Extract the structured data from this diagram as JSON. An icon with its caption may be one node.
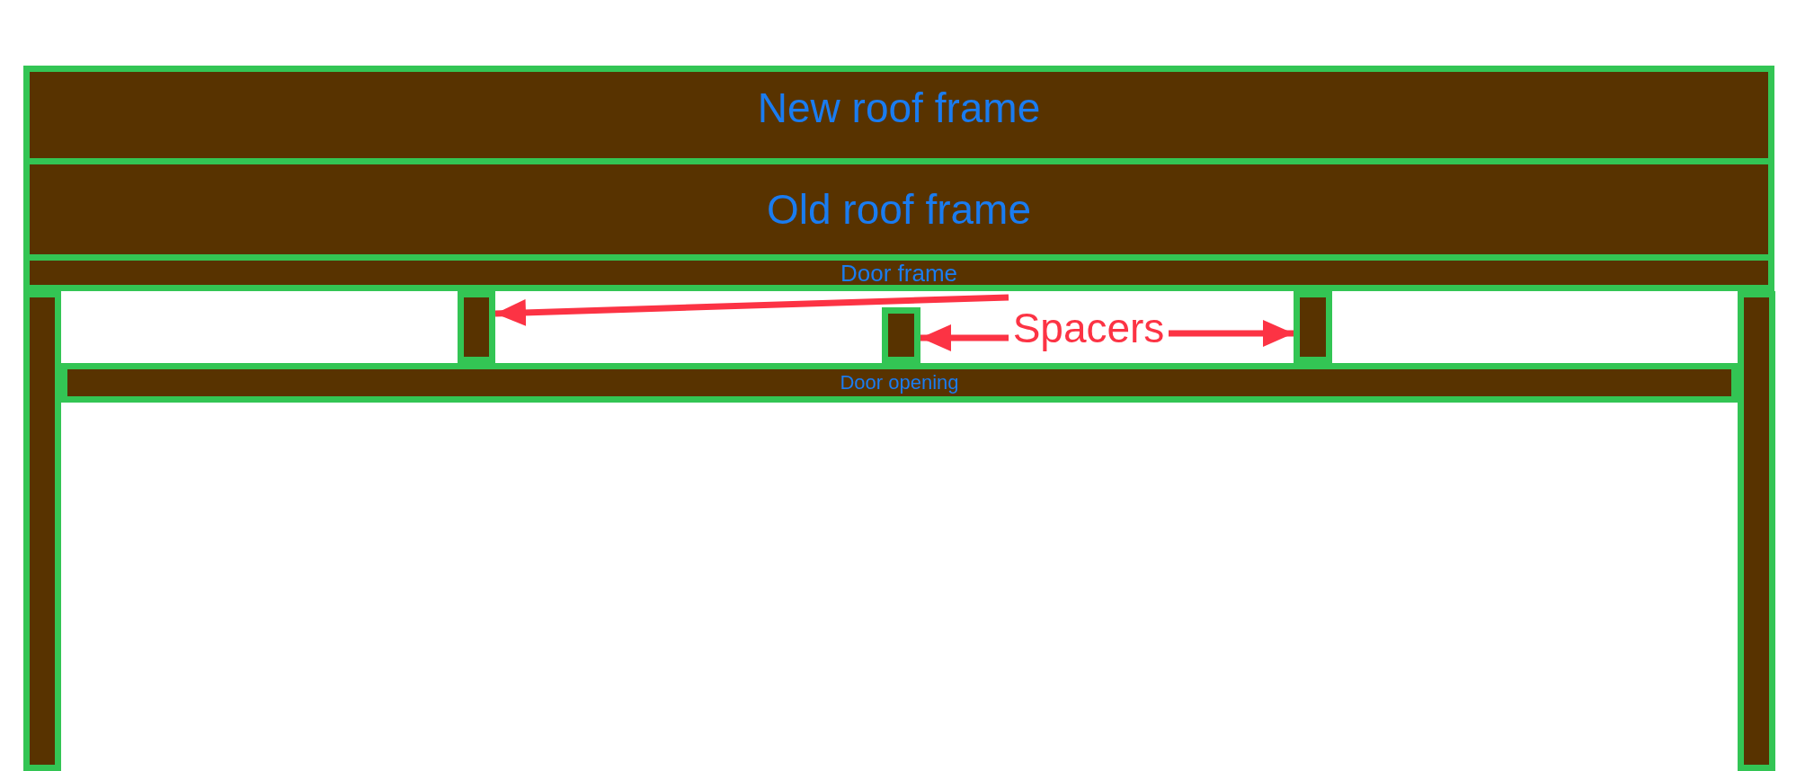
{
  "diagram": {
    "nodes": [
      {
        "text": [
          "New roof frame"
        ]
      },
      {
        "text": [
          "Old roof frame"
        ]
      },
      {
        "text": [
          "Door frame"
        ]
      },
      {
        "text": [],
        "shape": "bar"
      },
      {
        "text": [],
        "shape": "bar"
      },
      {
        "text": [],
        "shape": "bar"
      },
      {
        "text": [
          "Spacers"
        ]
      },
      {
        "text": [],
        "shape": "bar"
      },
      {
        "text": [],
        "shape": "bar"
      },
      {
        "text": [
          "Door opening"
        ]
      }
    ],
    "edges": [
      {
        "from": 6,
        "to": 4,
        "arrow": "to"
      },
      {
        "from": 6,
        "to": 5,
        "arrow": "to"
      },
      {
        "from": 6,
        "to": 7,
        "arrow": "to"
      }
    ]
  }
}
